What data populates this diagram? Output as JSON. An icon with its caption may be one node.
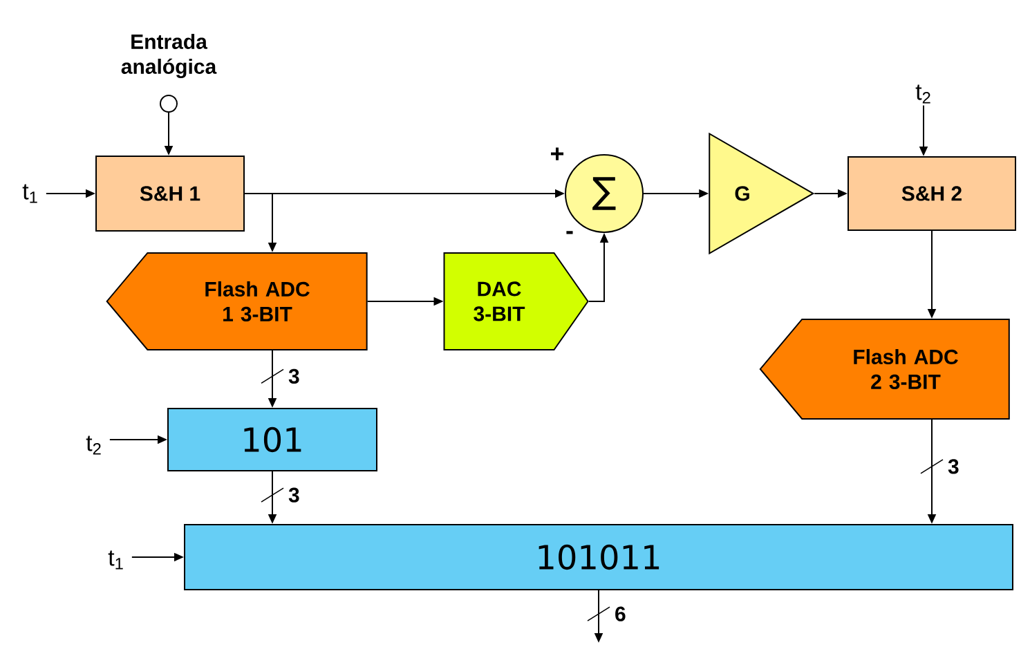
{
  "diagram": {
    "nodes": [
      {
        "text": [],
        "shape": "circle",
        "beside": [
          "Entrada analógica"
        ]
      },
      {
        "text": [
          "t$_{1}$"
        ]
      },
      {
        "text": [
          "S&H 1"
        ]
      },
      {
        "text": [
          "Flash ADC 1 3-BIT"
        ]
      },
      {
        "text": [
          "DAC 3-BIT"
        ]
      },
      {
        "text": [
          "∑"
        ]
      },
      {
        "text": [
          "G"
        ]
      },
      {
        "text": [
          "t$_{2}$"
        ]
      },
      {
        "text": [
          "S&H 2"
        ]
      },
      {
        "text": [
          "Flash ADC 2 3-BIT"
        ]
      },
      {
        "text": [
          "t$_{2}$"
        ]
      },
      {
        "text": [
          "101"
        ]
      },
      {
        "text": [
          "t$_{1}$"
        ]
      },
      {
        "text": [
          "101011"
        ]
      }
    ],
    "edges": [
      {
        "from": 0,
        "to": 2,
        "arrow": "to"
      },
      {
        "from": 1,
        "to": 2,
        "arrow": "to"
      },
      {
        "from": 2,
        "to": 5,
        "arrow": "to"
      },
      {
        "from": 2,
        "to": 3,
        "arrow": "to"
      },
      {
        "from": 3,
        "to": 4,
        "arrow": "to"
      },
      {
        "from": 4,
        "to": 5,
        "arrow": "to"
      },
      {
        "from": 5,
        "to": 6,
        "arrow": "to"
      },
      {
        "from": 6,
        "to": 8,
        "arrow": "to"
      },
      {
        "from": 7,
        "to": 8,
        "arrow": "to"
      },
      {
        "from": 8,
        "to": 9,
        "arrow": "to"
      },
      {
        "from": 3,
        "to": 11,
        "arrow": "to",
        "label": "3"
      },
      {
        "from": 10,
        "to": 11,
        "arrow": "to"
      },
      {
        "from": 11,
        "to": 13,
        "arrow": "to",
        "label": "3"
      },
      {
        "from": 9,
        "to": 13,
        "arrow": "to",
        "label": "3"
      },
      {
        "from": 12,
        "to": 13,
        "arrow": "to"
      },
      {
        "from": 13,
        "to": null,
        "arrow": "to",
        "label": "6"
      }
    ],
    "labels": [
      "+",
      "-"
    ]
  }
}
